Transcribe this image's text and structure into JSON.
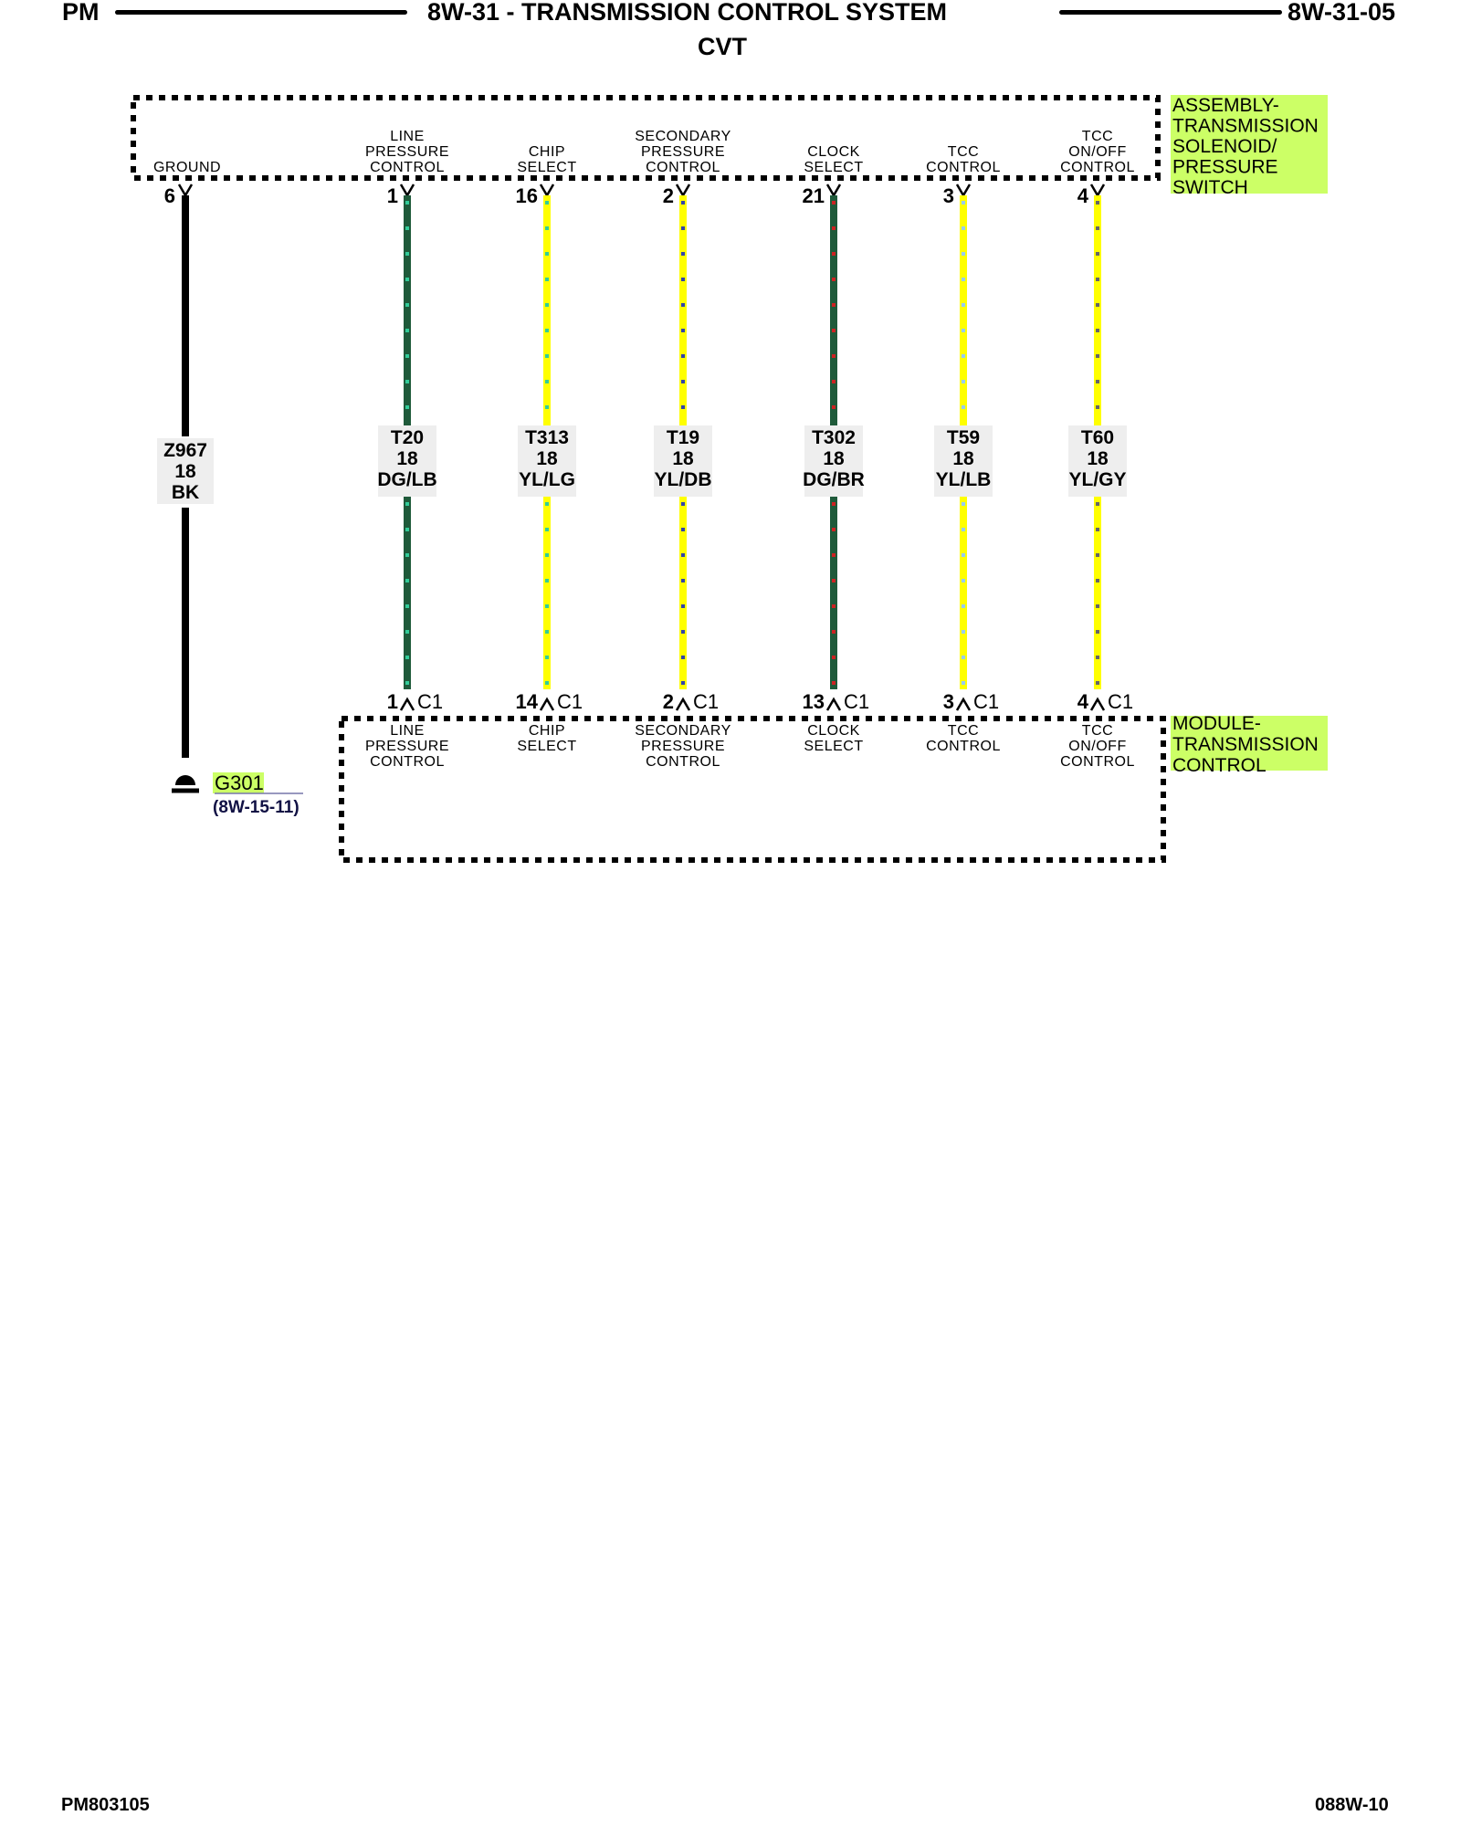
{
  "header": {
    "left": "PM",
    "title": "8W-31 - TRANSMISSION CONTROL SYSTEM",
    "subtitle": "CVT",
    "right": "8W-31-05"
  },
  "footer": {
    "left": "PM803105",
    "right": "088W-10"
  },
  "colors": {
    "highlight": "#ccff66",
    "dark_green": "#1f5a3a",
    "light_green_tracer": "#33cc99",
    "yellow": "#ffff00",
    "black": "#000000",
    "blue_tracer": "#3344aa",
    "red_tracer": "#cc2222",
    "light_blue_tracer": "#99ccee",
    "gray_tracer": "#666666"
  },
  "top_component": {
    "name_lines": [
      "ASSEMBLY-",
      "TRANSMISSION",
      "SOLENOID/",
      "PRESSURE",
      "SWITCH"
    ]
  },
  "bottom_component": {
    "name_lines": [
      "MODULE-",
      "TRANSMISSION",
      "CONTROL"
    ]
  },
  "ground_wire": {
    "top_label_lines": [
      "GROUND"
    ],
    "top_pin": "6",
    "circuit": "Z967",
    "gauge": "18",
    "color": "BK",
    "ground_name": "G301",
    "ground_ref": "(8W-15-11)"
  },
  "wires": [
    {
      "top_label_lines": [
        "LINE",
        "PRESSURE",
        "CONTROL"
      ],
      "top_pin": "1",
      "circuit": "T20",
      "gauge": "18",
      "color": "DG/LB",
      "bottom_pin": "1",
      "connector": "C1",
      "bottom_label_lines": [
        "LINE",
        "PRESSURE",
        "CONTROL"
      ],
      "base_color": "#1f5a3a",
      "tracer_color": "#33cc99"
    },
    {
      "top_label_lines": [
        "CHIP",
        "SELECT"
      ],
      "top_pin": "16",
      "circuit": "T313",
      "gauge": "18",
      "color": "YL/LG",
      "bottom_pin": "14",
      "connector": "C1",
      "bottom_label_lines": [
        "CHIP",
        "SELECT"
      ],
      "base_color": "#ffff00",
      "tracer_color": "#33cc99"
    },
    {
      "top_label_lines": [
        "SECONDARY",
        "PRESSURE",
        "CONTROL"
      ],
      "top_pin": "2",
      "circuit": "T19",
      "gauge": "18",
      "color": "YL/DB",
      "bottom_pin": "2",
      "connector": "C1",
      "bottom_label_lines": [
        "SECONDARY",
        "PRESSURE",
        "CONTROL"
      ],
      "base_color": "#ffff00",
      "tracer_color": "#3344aa"
    },
    {
      "top_label_lines": [
        "CLOCK",
        "SELECT"
      ],
      "top_pin": "21",
      "circuit": "T302",
      "gauge": "18",
      "color": "DG/BR",
      "bottom_pin": "13",
      "connector": "C1",
      "bottom_label_lines": [
        "CLOCK",
        "SELECT"
      ],
      "base_color": "#1f5a3a",
      "tracer_color": "#cc2222"
    },
    {
      "top_label_lines": [
        "TCC",
        "CONTROL"
      ],
      "top_pin": "3",
      "circuit": "T59",
      "gauge": "18",
      "color": "YL/LB",
      "bottom_pin": "3",
      "connector": "C1",
      "bottom_label_lines": [
        "TCC",
        "CONTROL"
      ],
      "base_color": "#ffff00",
      "tracer_color": "#99ccee"
    },
    {
      "top_label_lines": [
        "TCC",
        "ON/OFF",
        "CONTROL"
      ],
      "top_pin": "4",
      "circuit": "T60",
      "gauge": "18",
      "color": "YL/GY",
      "bottom_pin": "4",
      "connector": "C1",
      "bottom_label_lines": [
        "TCC",
        "ON/OFF",
        "CONTROL"
      ],
      "base_color": "#ffff00",
      "tracer_color": "#666666"
    }
  ]
}
